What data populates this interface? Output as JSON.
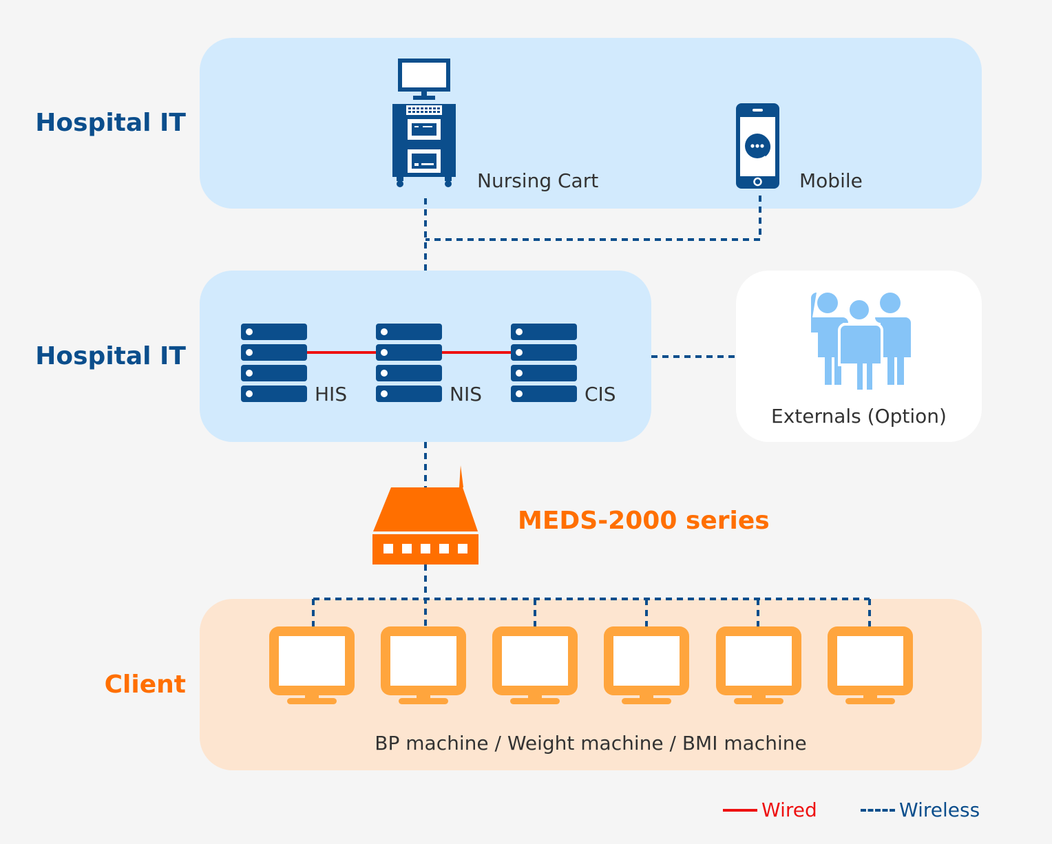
{
  "colors": {
    "navy": "#0b4e8c",
    "light_blue_panel": "#d2eafd",
    "white_panel": "#ffffff",
    "client_panel": "#fde5d0",
    "orange": "#ff6f00",
    "monitor_orange": "#ffa53d",
    "people_blue": "#86c4f7",
    "wired_red": "#ee1111"
  },
  "sections": {
    "top_label": "Hospital IT",
    "middle_label": "Hospital IT",
    "client_label": "Client"
  },
  "top_panel": {
    "nursing_cart": {
      "icon": "nursing-cart-icon",
      "label": "Nursing Cart"
    },
    "mobile": {
      "icon": "mobile-phone-icon",
      "label": "Mobile"
    }
  },
  "middle_panel": {
    "servers": [
      {
        "icon": "server-icon",
        "label": "HIS"
      },
      {
        "icon": "server-icon",
        "label": "NIS"
      },
      {
        "icon": "server-icon",
        "label": "CIS"
      }
    ]
  },
  "externals": {
    "icon": "people-group-icon",
    "label": "Externals (Option)"
  },
  "gateway": {
    "icon": "router-icon",
    "label": "MEDS-2000 series"
  },
  "client_panel": {
    "device_icon": "monitor-icon",
    "device_count": 6,
    "caption": "BP machine / Weight machine / BMI machine"
  },
  "legend": {
    "wired": "Wired",
    "wireless": "Wireless"
  }
}
